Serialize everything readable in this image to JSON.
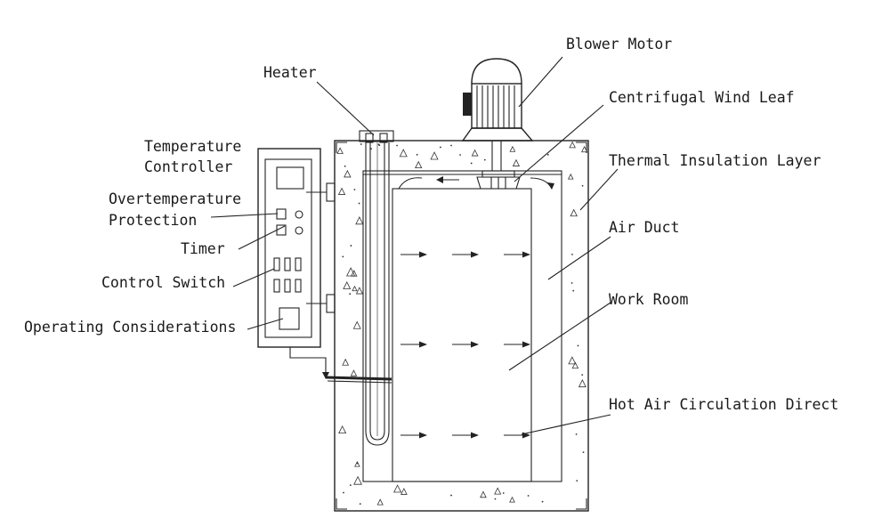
{
  "labels": {
    "blower_motor": "Blower Motor",
    "heater": "Heater",
    "centrifugal_wind_leaf": "Centrifugal Wind Leaf",
    "temperature_controller_line1": "Temperature",
    "temperature_controller_line2": "Controller",
    "thermal_insulation_layer": "Thermal Insulation Layer",
    "overtemperature_protection_line1": "Overtemperature",
    "overtemperature_protection_line2": "Protection",
    "timer": "Timer",
    "air_duct": "Air Duct",
    "control_switch": "Control Switch",
    "work_room": "Work Room",
    "operating_considerations": "Operating Considerations",
    "hot_air_circulation_direct": "Hot Air Circulation Direct"
  },
  "colors": {
    "line": "#222222",
    "text": "#1a1a1a",
    "background": "#ffffff"
  }
}
